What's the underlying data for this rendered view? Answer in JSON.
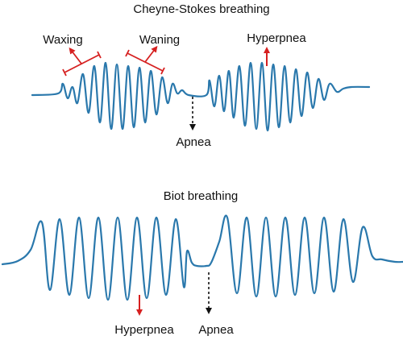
{
  "colors": {
    "wave": "#2a78ac",
    "annotation_red": "#d62020",
    "apnea_marker": "#111111",
    "text": "#111111",
    "background": "#ffffff"
  },
  "panels": {
    "cheyne_stokes": {
      "title": "Cheyne-Stokes breathing",
      "labels": {
        "waxing": "Waxing",
        "waning": "Waning",
        "hyperpnea": "Hyperpnea",
        "apnea": "Apnea"
      }
    },
    "biot": {
      "title": "Biot breathing",
      "labels": {
        "hyperpnea": "Hyperpnea",
        "apnea": "Apnea"
      }
    }
  }
}
